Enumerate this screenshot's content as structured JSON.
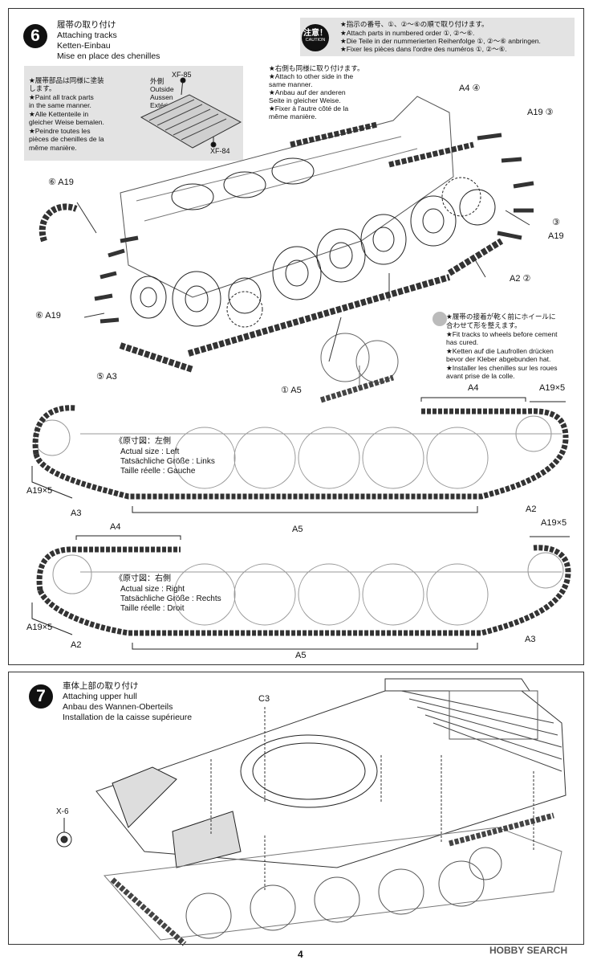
{
  "step6": {
    "number": "6",
    "title_jp": "履帯の取り付け",
    "title_en": "Attaching tracks",
    "title_de": "Ketten-Einbau",
    "title_fr": "Mise en place des chenilles",
    "paint_note": [
      "★履帯部品は同様に塗装",
      "します。",
      "★Paint all track parts",
      "in the same manner.",
      "★Alle Kettenteile in",
      "gleicher Weise bemalen.",
      "★Peindre toutes les",
      "pièces de chenilles de la",
      "même manière."
    ],
    "paint_outside": [
      "外側",
      "Outside",
      "Aussen",
      "Extérieur"
    ],
    "paint_xf85": "XF-85",
    "paint_xf84": "XF-84",
    "caution_jp": "注意！",
    "caution_en": "CAUTION",
    "caution_note": [
      "★指示の番号、①、②〜⑥の順で取り付けます。",
      "★Attach parts in numbered order ①, ②〜⑥.",
      "★Die Teile in der nummerierten Reihenfolge ①, ②〜⑥ anbringen.",
      "★Fixer les pièces dans l'ordre des numéros ①, ②〜⑥."
    ],
    "other_side_note": [
      "★右側も同様に取り付けます。",
      "★Attach to other side in the",
      "same manner.",
      "★Anbau auf der anderen",
      "Seite in gleicher Weise.",
      "★Fixer à l'autre côté de la",
      "même manière."
    ],
    "fit_note": [
      "★履帯の接着が乾く前にホイールに",
      "合わせて形を整えます。",
      "★Fit tracks to wheels before cement",
      "has cured.",
      "★Ketten auf die Laufrollen drücken",
      "bevor der Kleber abgebunden hat.",
      "★Installer les chenilles sur les roues",
      "avant prise de la colle."
    ],
    "labels": {
      "a4_4": "A4 ④",
      "a19_3_top": "A19 ③",
      "a19_3_right_num": "③",
      "a19_right": "A19",
      "a2_2": "A2 ②",
      "a19_6": "⑥ A19",
      "a19_6_left": "⑥ A19",
      "a3_5": "⑤ A3",
      "a5_1": "① A5"
    },
    "left_view": {
      "heading": [
        "《原寸図：左側",
        "Actual size : Left",
        "Tatsächliche Größe : Links",
        "Taille réelle : Gauche"
      ],
      "a4": "A4",
      "a19x5_top": "A19×5",
      "a19x5_bottom": "A19×5",
      "a3": "A3",
      "a5": "A5",
      "a2": "A2"
    },
    "right_view": {
      "heading": [
        "《原寸図：右側",
        "Actual size : Right",
        "Tatsächliche Größe : Rechts",
        "Taille réelle : Droit"
      ],
      "a4": "A4",
      "a19x5_top": "A19×5",
      "a19x5_bottom": "A19×5",
      "a2": "A2",
      "a5": "A5",
      "a3": "A3"
    }
  },
  "step7": {
    "number": "7",
    "title_jp": "車体上部の取り付け",
    "title_en": "Attaching upper hull",
    "title_de": "Anbau des Wannen-Oberteils",
    "title_fr": "Installation de la caisse supérieure",
    "c3": "C3",
    "x6": "X-6"
  },
  "page_number": "4",
  "watermark": "HOBBY SEARCH"
}
